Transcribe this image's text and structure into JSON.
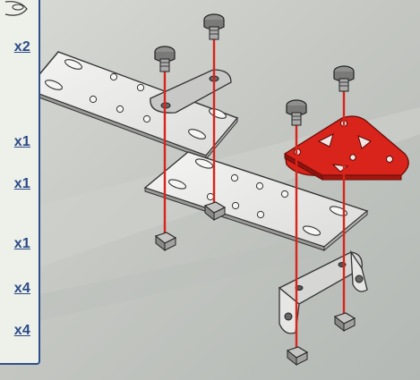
{
  "parts_list": {
    "quantities": [
      "x2",
      "x1",
      "x1",
      "x1",
      "x4",
      "x4"
    ]
  },
  "colors": {
    "panel_border": "#2f4f8a",
    "quantity_text": "#2a4a86",
    "red_part": "#d8241b",
    "metal_part": "#e8e8e6",
    "assembly_line": "#d8241b"
  },
  "icons": [
    "screw-icon",
    "square-nut-icon",
    "flat-plate-icon",
    "triangular-plate-icon",
    "angle-bracket-icon"
  ]
}
